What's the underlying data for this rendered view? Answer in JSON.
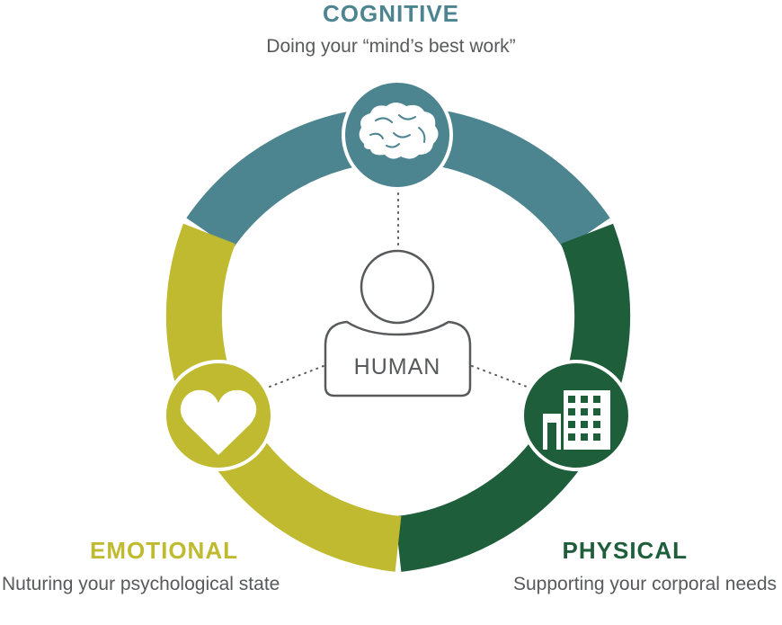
{
  "colors": {
    "cognitive": "#4c8490",
    "emotional": "#bfba2f",
    "physical": "#1f5e3a",
    "outline": "#58595b"
  },
  "center": {
    "label": "HUMAN",
    "icon": "person-icon"
  },
  "domains": {
    "cognitive": {
      "title": "COGNITIVE",
      "subtitle": "Doing your “mind’s best work”",
      "icon": "brain-icon"
    },
    "emotional": {
      "title": "EMOTIONAL",
      "subtitle": "Nuturing your psychological state",
      "icon": "heart-icon"
    },
    "physical": {
      "title": "PHYSICAL",
      "subtitle": "Supporting your corporal needs",
      "icon": "building-icon"
    }
  }
}
